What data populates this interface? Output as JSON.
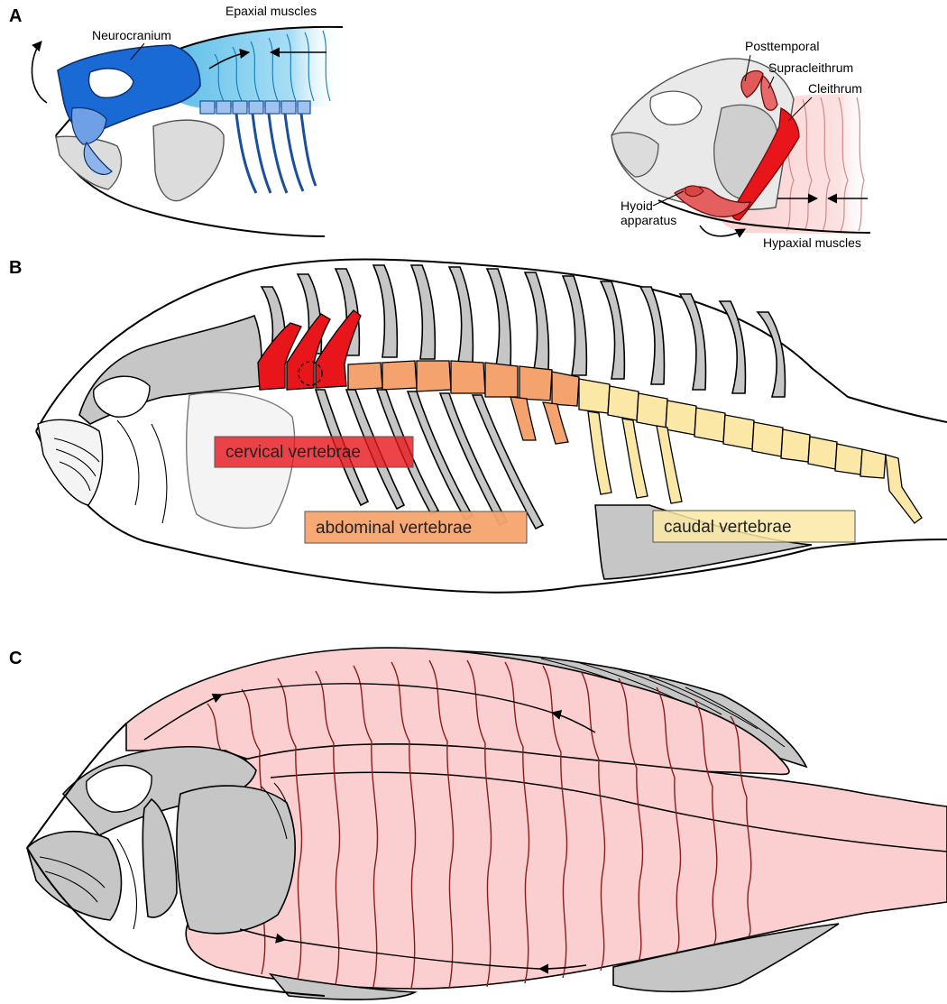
{
  "panels": {
    "a": {
      "letter": "A"
    },
    "b": {
      "letter": "B"
    },
    "c": {
      "letter": "C"
    }
  },
  "panel_a_left": {
    "epaxial_label": "Epaxial muscles",
    "neurocranium_label": "Neurocranium"
  },
  "panel_a_right": {
    "posttemporal_label": "Posttemporal",
    "supracleithrum_label": "Supracleithrum",
    "cleithrum_label": "Cleithrum",
    "hyoid_label_line1": "Hyoid",
    "hyoid_label_line2": "apparatus",
    "hypaxial_label": "Hypaxial muscles"
  },
  "panel_b": {
    "cervical_label": "cervical vertebrae",
    "abdominal_label": "abdominal vertebrae",
    "caudal_label": "caudal vertebrae"
  },
  "colors": {
    "epaxial_blue": "#29a9e1",
    "neurocranium_blue": "#1a6ad6",
    "cervical_red": "#e8151b",
    "abdominal_orange": "#f5a36e",
    "caudal_yellow": "#fbe8a6",
    "muscle_pink": "#fbcfcf",
    "bone_gray": "#c6c6c6"
  }
}
